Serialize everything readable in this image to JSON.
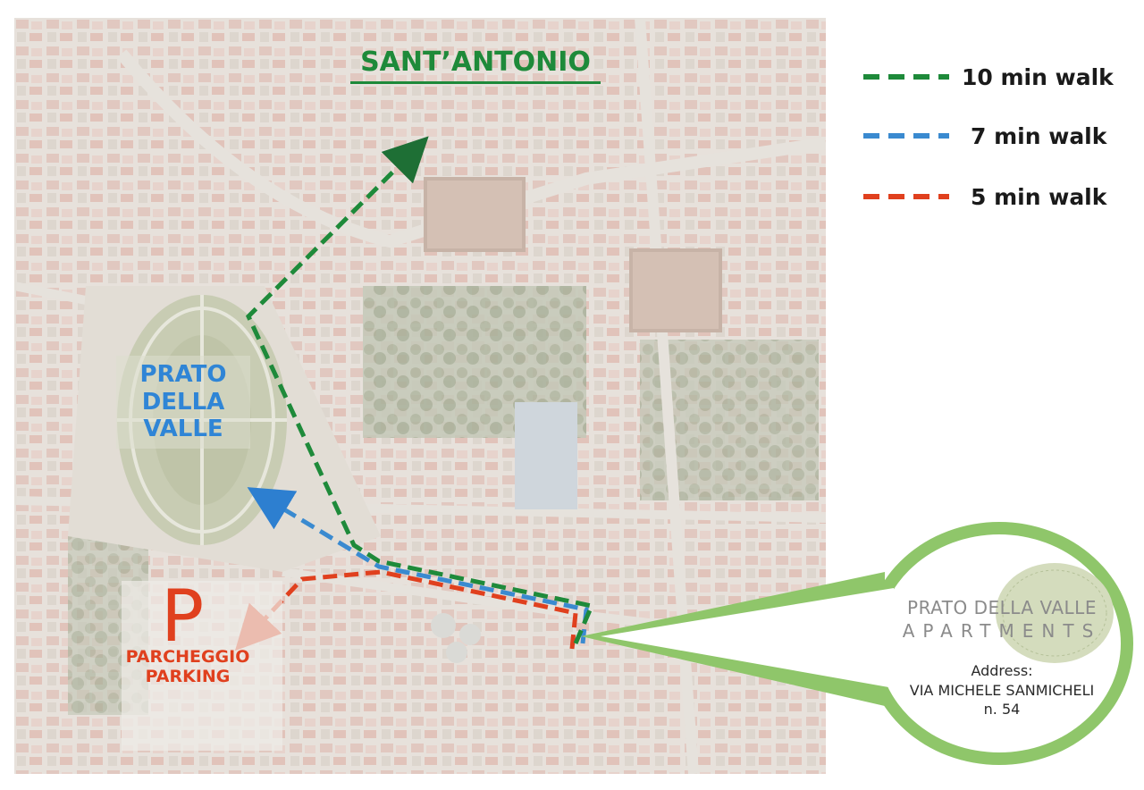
{
  "map": {
    "labels": {
      "sant_antonio": "SANT’ANTONIO",
      "prato_della_valle": "PRATO DELLA VALLE",
      "parking_symbol": "P",
      "parking_line1": "PARCHEGGIO",
      "parking_line2": "PARKING"
    },
    "routes": [
      {
        "label": "10 min walk",
        "color": "#1e8a3a"
      },
      {
        "label": "7 min walk",
        "color": "#3a8ad0"
      },
      {
        "label": "5 min walk",
        "color": "#e0401e"
      }
    ]
  },
  "legend": {
    "items": [
      {
        "label": "10 min walk",
        "color": "#1e8a3a"
      },
      {
        "label": "7 min walk",
        "color": "#3a8ad0"
      },
      {
        "label": "5 min walk",
        "color": "#e0401e"
      }
    ]
  },
  "callout": {
    "logo_line1": "PRATO DELLA VALLE",
    "logo_line2": "APARTMENTS",
    "address_label": "Address:",
    "address_street": "VIA MICHELE SANMICHELI",
    "address_number": "n. 54",
    "border_color": "#8fc66a"
  }
}
